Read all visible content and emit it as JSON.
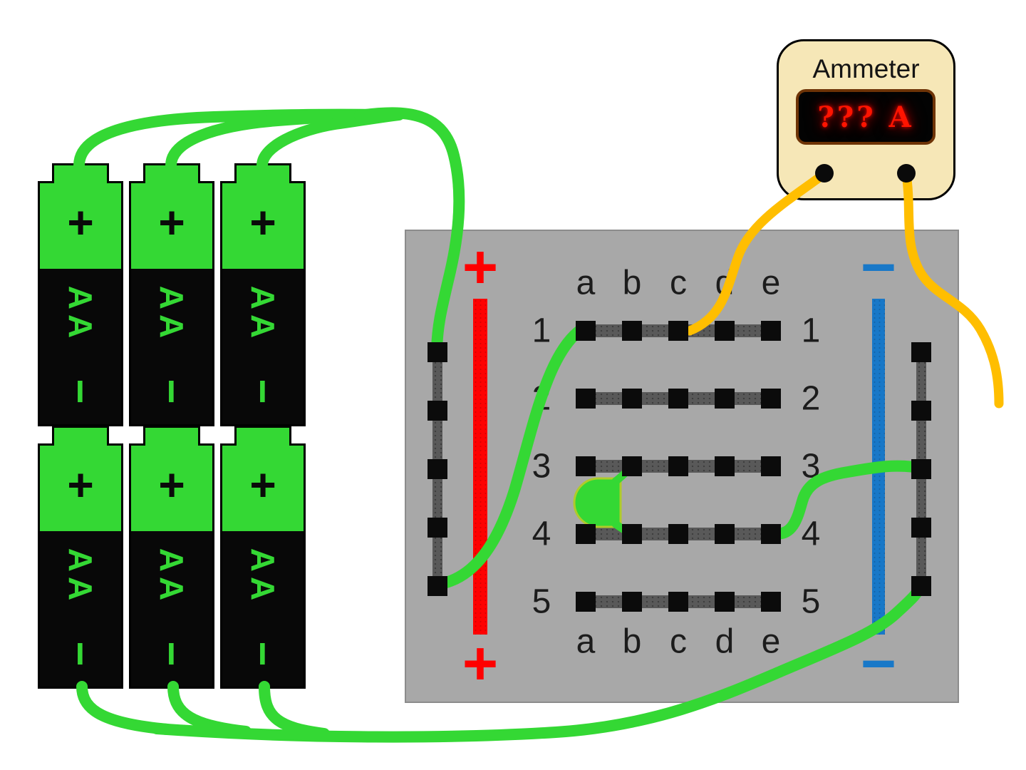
{
  "ammeter": {
    "label": "Ammeter",
    "reading": "??? A"
  },
  "battery": {
    "positive": "+",
    "type": "AA",
    "negative": "−"
  },
  "breadboard": {
    "row_labels": [
      "1",
      "2",
      "3",
      "4",
      "5"
    ],
    "column_labels": [
      "a",
      "b",
      "c",
      "d",
      "e"
    ],
    "positive_symbol": "+",
    "negative_symbol": "−"
  },
  "colors": {
    "battery_and_wire_green": "#34d834",
    "probe_wire_yellow": "#ffbe00",
    "positive_rail_red": "#fe0000",
    "negative_rail_blue": "#1878c8",
    "breadboard_gray": "#a8a8a8",
    "ammeter_body_cream": "#f6e7b7",
    "display_text_red": "#ff1400"
  }
}
